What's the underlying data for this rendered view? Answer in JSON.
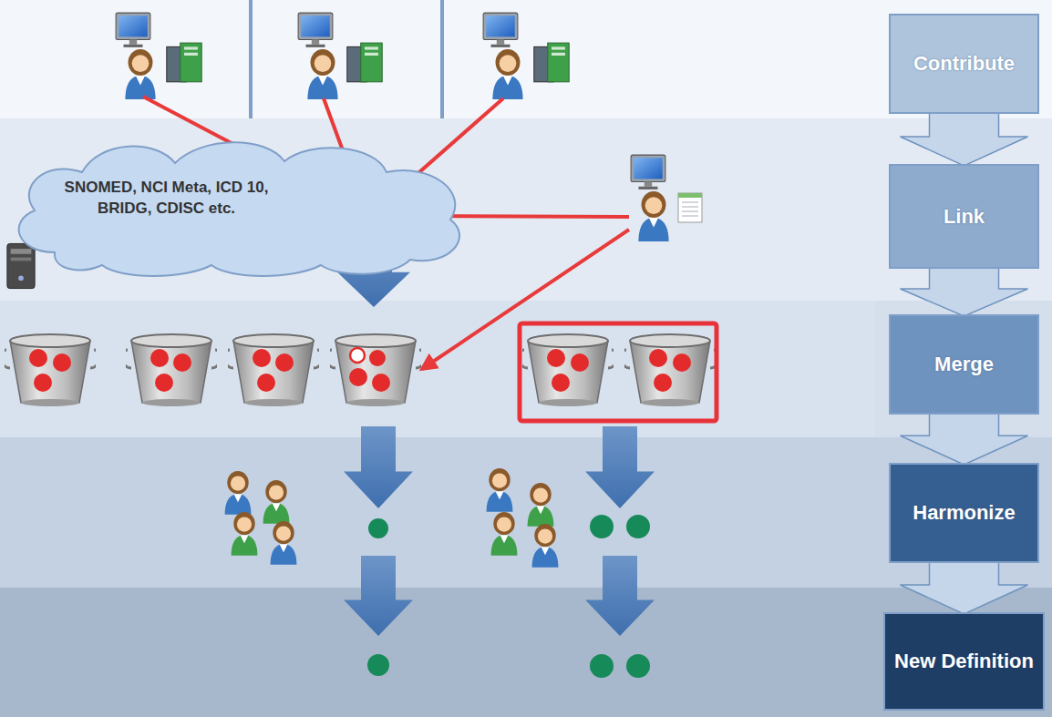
{
  "diagram": {
    "nodes": [
      {
        "text": [
          "Contribute"
        ]
      },
      {
        "text": [
          "Link"
        ]
      },
      {
        "text": [
          "Merge"
        ]
      },
      {
        "text": [
          "Harmonize"
        ]
      },
      {
        "text": [
          "New Definition"
        ]
      },
      {
        "text": [
          "SNOMED, NCI Meta, ICD 10, BRIDG, CDISC etc."
        ]
      }
    ],
    "edges": [
      {
        "from": 0,
        "to": 1,
        "arrow": "to"
      },
      {
        "from": 1,
        "to": 2,
        "arrow": "to"
      },
      {
        "from": 2,
        "to": 3,
        "arrow": "to"
      },
      {
        "from": 3,
        "to": 4,
        "arrow": "to"
      }
    ]
  }
}
